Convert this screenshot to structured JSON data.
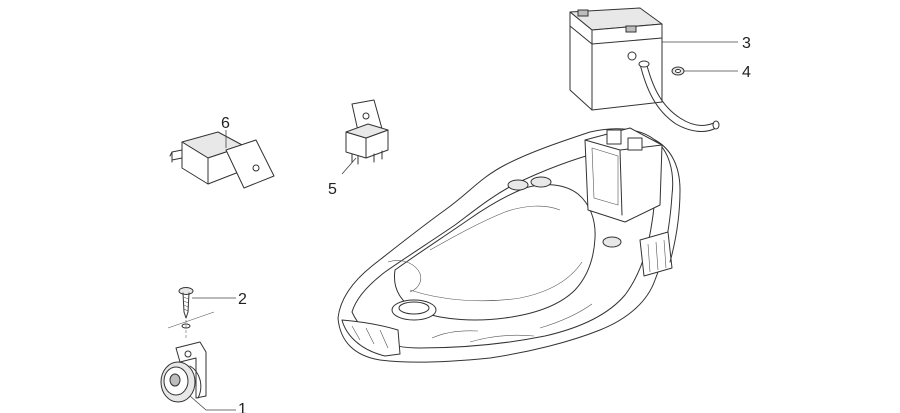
{
  "parts": [
    {
      "id": "horn",
      "label": "1"
    },
    {
      "id": "screw",
      "label": "2"
    },
    {
      "id": "battery",
      "label": "3"
    },
    {
      "id": "nut",
      "label": "4"
    },
    {
      "id": "relay",
      "label": "5"
    },
    {
      "id": "flasher",
      "label": "6"
    }
  ],
  "colors": {
    "line": "#333333",
    "background": "#ffffff"
  }
}
